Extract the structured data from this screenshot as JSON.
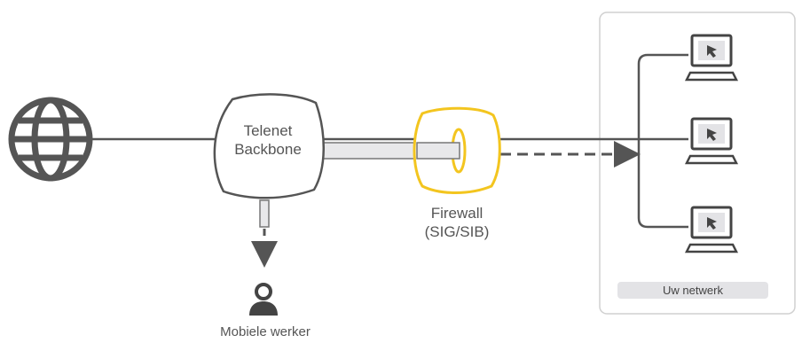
{
  "backbone": {
    "line1": "Telenet",
    "line2": "Backbone"
  },
  "firewall": {
    "line1": "Firewall",
    "line2": "(SIG/SIB)"
  },
  "mobile_worker": {
    "label": "Mobiele werker"
  },
  "network": {
    "label": "Uw netwerk"
  },
  "colors": {
    "line": "#555555",
    "firewall": "#f3c51f",
    "panel_border": "#d0d0d0",
    "badge_bg": "#e3e3e6",
    "icon": "#444444"
  },
  "icons": [
    "globe-icon",
    "person-icon",
    "computer-icon"
  ]
}
